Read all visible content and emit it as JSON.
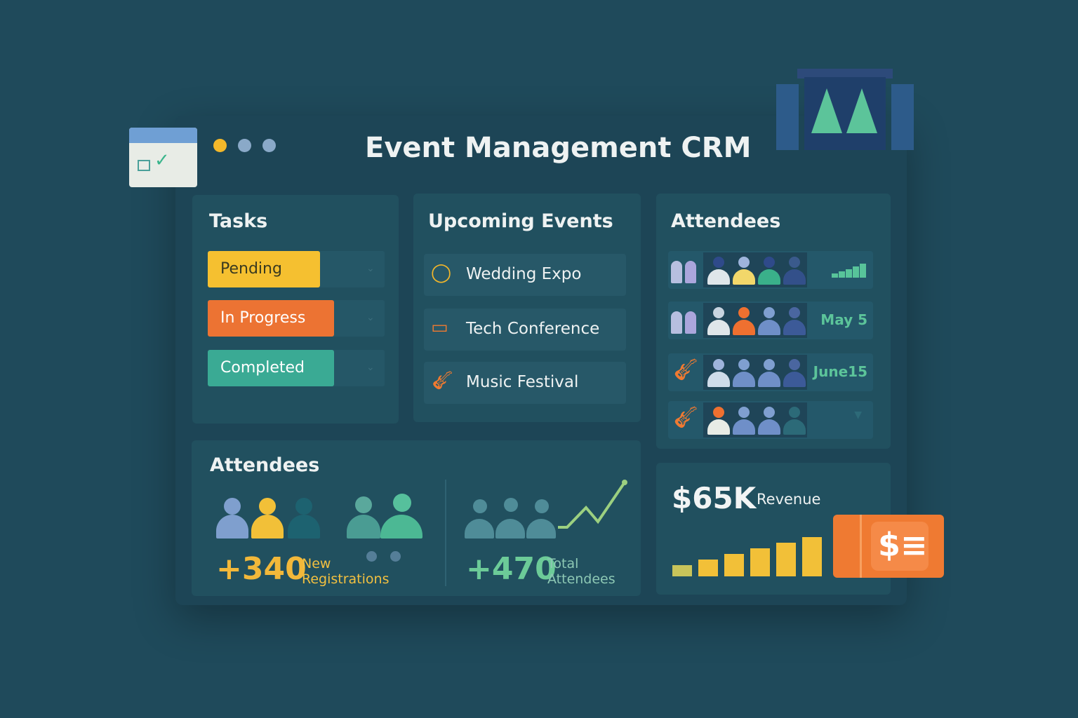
{
  "header": {
    "title": "Event Management CRM"
  },
  "colors": {
    "pending": "#f5c030",
    "in_progress": "#ec7333",
    "completed": "#3aaa94",
    "accent_green": "#6ccb98",
    "accent_orange": "#ef7a32"
  },
  "tasks": {
    "title": "Tasks",
    "items": [
      {
        "label": "Pending"
      },
      {
        "label": "In Progress"
      },
      {
        "label": "Completed"
      }
    ]
  },
  "events": {
    "title": "Upcoming Events",
    "items": [
      {
        "label": "Wedding Expo",
        "icon": "ring-icon"
      },
      {
        "label": "Tech Conference",
        "icon": "monitor-icon"
      },
      {
        "label": "Music Festival",
        "icon": "guitar-icon"
      }
    ]
  },
  "attendees_list": {
    "title": "Attendees",
    "rows": [
      {
        "date": ""
      },
      {
        "date": "May 5"
      },
      {
        "date": "June15"
      },
      {
        "date": ""
      }
    ]
  },
  "attendees_stats": {
    "title": "Attendees",
    "new": {
      "value": "+340",
      "label1": "New",
      "label2": "Registrations"
    },
    "total": {
      "value": "+470",
      "label1": "Total",
      "label2": "Attendees"
    }
  },
  "revenue": {
    "value": "$65K",
    "label": "Revenue",
    "ticket_symbol": "$≡",
    "bars": [
      1,
      2,
      3,
      4,
      5,
      6
    ]
  }
}
